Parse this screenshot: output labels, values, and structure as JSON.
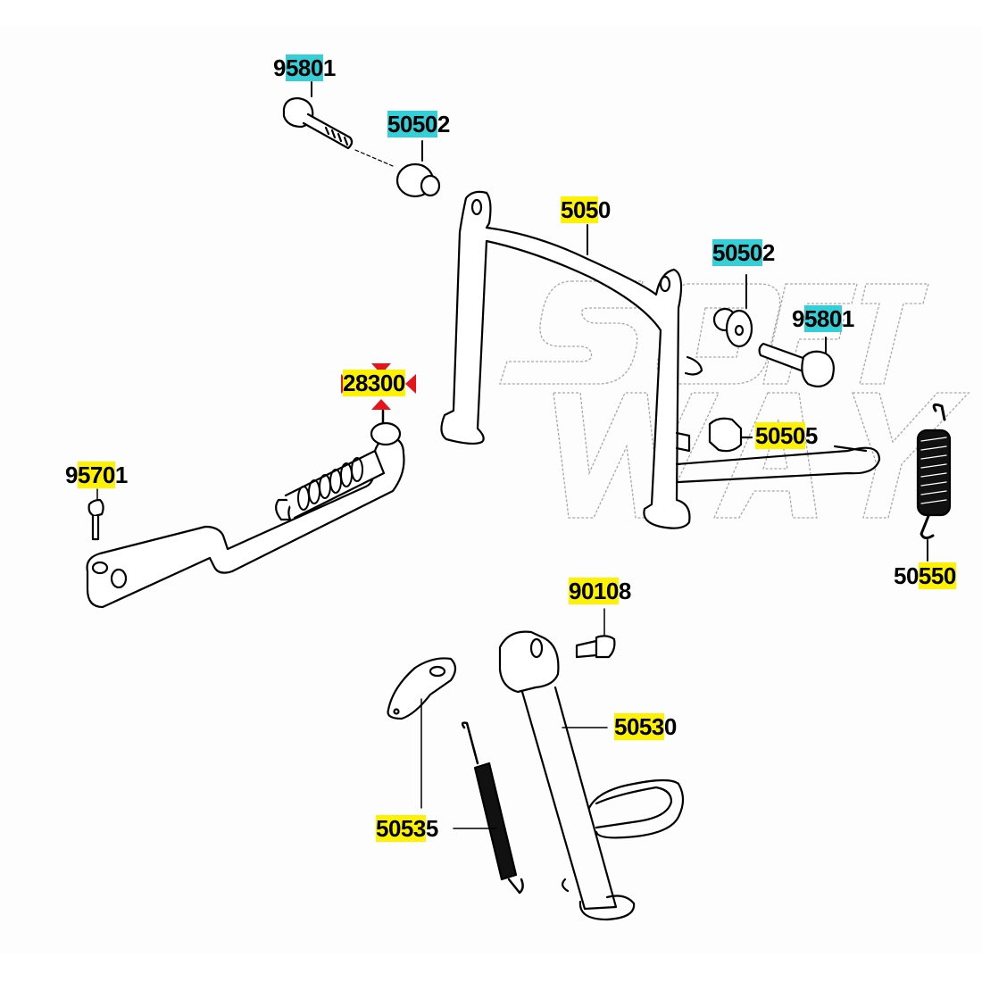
{
  "diagram": {
    "title": "Kick starter and stand assembly parts diagram",
    "watermark": "SOFT WAY",
    "colors": {
      "cyan_highlight": "#36cfd8",
      "yellow_highlight": "#fff200",
      "marker_red": "#e8141c",
      "line": "#000000",
      "watermark_line": "#9a9a9a"
    },
    "callouts": [
      {
        "id": "bolt-top-left",
        "prefix": "9",
        "highlight": "580",
        "suffix": "1",
        "highlight_color": "cyan",
        "part": "bolt"
      },
      {
        "id": "collar-top",
        "prefix": "",
        "highlight": "5050",
        "suffix": "2",
        "highlight_color": "cyan",
        "part": "collar"
      },
      {
        "id": "main-stand",
        "prefix": "",
        "highlight": "505",
        "suffix": "0",
        "highlight_color": "yellow",
        "part": "main-stand"
      },
      {
        "id": "collar-right",
        "prefix": "",
        "highlight": "5050",
        "suffix": "2",
        "highlight_color": "cyan",
        "part": "collar"
      },
      {
        "id": "bolt-right",
        "prefix": "9",
        "highlight": "580",
        "suffix": "1",
        "highlight_color": "cyan",
        "part": "bolt"
      },
      {
        "id": "kick-pedal",
        "prefix": "",
        "highlight": "28300",
        "suffix": "",
        "highlight_color": "yellow",
        "part": "kick-pedal",
        "selected": true
      },
      {
        "id": "bolt-kick",
        "prefix": "9",
        "highlight": "570",
        "suffix": "1",
        "highlight_color": "yellow",
        "part": "bolt"
      },
      {
        "id": "stopper",
        "prefix": "",
        "highlight": "5050",
        "suffix": "5",
        "highlight_color": "yellow",
        "part": "stopper"
      },
      {
        "id": "spring-main",
        "prefix": "50",
        "highlight": "550",
        "suffix": "",
        "highlight_color": "yellow",
        "part": "spring"
      },
      {
        "id": "bolt-side",
        "prefix": "",
        "highlight": "9010",
        "suffix": "8",
        "highlight_color": "yellow",
        "part": "bolt"
      },
      {
        "id": "side-stand",
        "prefix": "",
        "highlight": "5053",
        "suffix": "0",
        "highlight_color": "yellow",
        "part": "side-stand"
      },
      {
        "id": "spring-side",
        "prefix": "",
        "highlight": "5053",
        "suffix": "5",
        "highlight_color": "yellow",
        "part": "spring"
      }
    ]
  }
}
